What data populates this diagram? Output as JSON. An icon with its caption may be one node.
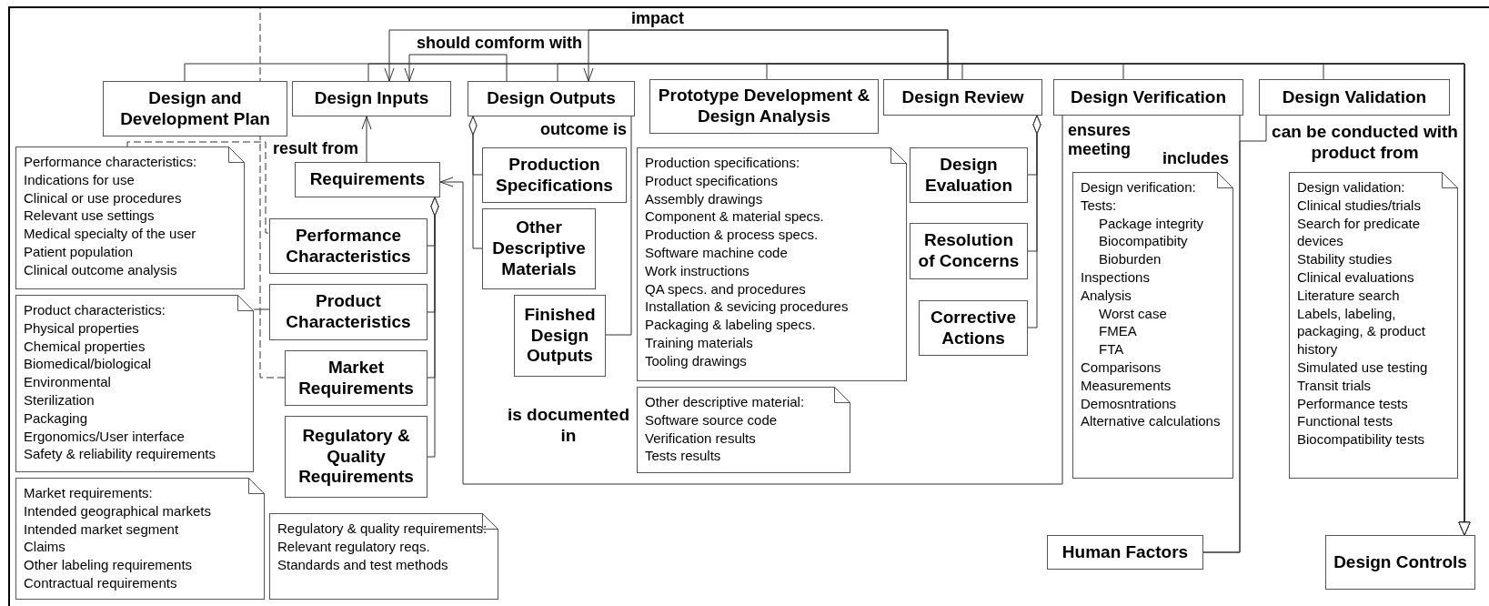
{
  "diagram": {
    "nodes": [
      {
        "text": [
          "Design and Development Plan"
        ]
      },
      {
        "text": [
          "Design Inputs"
        ]
      },
      {
        "text": [
          "Design Outputs"
        ]
      },
      {
        "text": [
          "Prototype Development & Design Analysis"
        ]
      },
      {
        "text": [
          "Design Review"
        ]
      },
      {
        "text": [
          "Design Verification"
        ]
      },
      {
        "text": [
          "Design Validation"
        ]
      },
      {
        "text": [
          "Requirements"
        ]
      },
      {
        "text": [
          "Performance Characteristics"
        ]
      },
      {
        "text": [
          "Product Characteristics"
        ]
      },
      {
        "text": [
          "Market Requirements"
        ]
      },
      {
        "text": [
          "Regulatory & Quality Requirements"
        ]
      },
      {
        "text": [
          "Production Specifications"
        ]
      },
      {
        "text": [
          "Other Descriptive Materials"
        ]
      },
      {
        "text": [
          "Finished Design Outputs"
        ]
      },
      {
        "text": [
          "Design Evaluation"
        ]
      },
      {
        "text": [
          "Resolution of Concerns"
        ]
      },
      {
        "text": [
          "Corrective Actions"
        ]
      },
      {
        "text": [
          "Human Factors"
        ]
      },
      {
        "text": [
          "Design Controls"
        ]
      },
      {
        "text": [
          "Performance characteristics:",
          "Indications for use",
          "Clinical or use procedures",
          "Relevant use settings",
          "Medical specialty of the user",
          "Patient population",
          "Clinical outcome analysis"
        ]
      },
      {
        "text": [
          "Product characteristics:",
          "Physical properties",
          "Chemical properties",
          "Biomedical/biological",
          "Environmental",
          "Sterilization",
          "Packaging",
          "Ergonomics/User interface",
          "Safety & reliability requirements"
        ]
      },
      {
        "text": [
          "Market requirements:",
          "Intended geographical markets",
          "Intended market segment",
          "Claims",
          "Other labeling requirements",
          "Contractual requirements"
        ]
      },
      {
        "text": [
          "Regulatory & quality requirements:",
          "Relevant regulatory reqs.",
          "Standards and test methods"
        ]
      },
      {
        "text": [
          "Production specifications:",
          "Product specifications",
          "Assembly drawings",
          "Component & material specs.",
          "Production & process specs.",
          "Software machine code",
          "Work instructions",
          "QA specs. and procedures",
          "Installation & sevicing procedures",
          "Packaging & labeling specs.",
          "Training materials",
          "Tooling drawings"
        ]
      },
      {
        "text": [
          "Other descriptive material:",
          "Software source code",
          "Verification results",
          "Tests results"
        ]
      },
      {
        "text": [
          "Design verification:",
          "Tests:",
          "Package integrity",
          "Biocompatibity",
          "Bioburden",
          "Inspections",
          "Analysis",
          "Worst case",
          "FMEA",
          "FTA",
          "Comparisons",
          "Measurements",
          "Demosntrations",
          "Alternative calculations"
        ]
      },
      {
        "text": [
          "Design validation:",
          "Clinical studies/trials",
          "Search for predicate devices",
          "Stability studies",
          "Clinical evaluations",
          "Literature search",
          "Labels, labeling, packaging, & product history",
          "Simulated use testing",
          "Transit trials",
          "Performance tests",
          "Functional tests",
          "Biocompatibility tests"
        ]
      }
    ],
    "edges": [
      {
        "from": 0,
        "to": 19,
        "arrow": "to"
      },
      {
        "from": 1,
        "to": 19,
        "arrow": "to"
      },
      {
        "from": 2,
        "to": 19,
        "arrow": "to"
      },
      {
        "from": 3,
        "to": 19,
        "arrow": "to"
      },
      {
        "from": 4,
        "to": 19,
        "arrow": "to"
      },
      {
        "from": 5,
        "to": 19,
        "arrow": "to"
      },
      {
        "from": 6,
        "to": 19,
        "arrow": "to"
      },
      {
        "from": 4,
        "to": 1,
        "arrow": "to",
        "label": "impact"
      },
      {
        "from": 4,
        "to": 2,
        "arrow": "to"
      },
      {
        "from": 2,
        "to": 1,
        "arrow": "to",
        "label": "should comform with"
      },
      {
        "from": 7,
        "to": 1,
        "arrow": "to",
        "label": "result from"
      },
      {
        "from": 8,
        "to": 7,
        "arrow": "other"
      },
      {
        "from": 9,
        "to": 7,
        "arrow": "other"
      },
      {
        "from": 10,
        "to": 7,
        "arrow": "other"
      },
      {
        "from": 11,
        "to": 7,
        "arrow": "other"
      },
      {
        "from": 5,
        "to": 7,
        "arrow": "to",
        "label": "ensures meeting"
      },
      {
        "from": 12,
        "to": 2,
        "arrow": "other"
      },
      {
        "from": 13,
        "to": 2,
        "arrow": "other"
      },
      {
        "from": 2,
        "to": 14,
        "arrow": "none",
        "label": "outcome is"
      },
      {
        "from": 15,
        "to": 4,
        "arrow": "other"
      },
      {
        "from": 16,
        "to": 4,
        "arrow": "other"
      },
      {
        "from": 17,
        "to": 4,
        "arrow": "other"
      },
      {
        "from": 5,
        "to": 18,
        "arrow": "none",
        "label": "includes"
      },
      {
        "from": 6,
        "to": 18,
        "arrow": "none"
      },
      {
        "from": 20,
        "to": 8,
        "arrow": "none",
        "style": "dashed"
      },
      {
        "from": 21,
        "to": 9,
        "arrow": "none"
      },
      {
        "from": 10,
        "to": null,
        "arrow": "none",
        "style": "dashed"
      }
    ],
    "labels": [
      "is documented in",
      "can be conducted with product from"
    ]
  }
}
